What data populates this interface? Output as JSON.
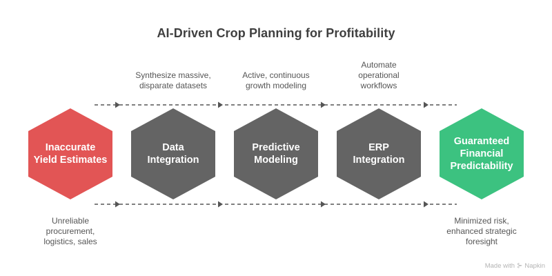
{
  "title": "AI-Driven Crop Planning for Profitability",
  "colors": {
    "problem": "#e25555",
    "step": "#646464",
    "outcome": "#3cc280",
    "connector": "#555555",
    "title_text": "#3f3f3f",
    "note_text": "#555555"
  },
  "nodes": [
    {
      "label": "Inaccurate\nYield Estimates",
      "type": "problem",
      "color": "#e25555",
      "note_position": "below",
      "note": "Unreliable\nprocurement,\nlogistics, sales"
    },
    {
      "label": "Data\nIntegration",
      "type": "step",
      "color": "#646464",
      "note_position": "above",
      "note": "Synthesize massive,\ndisparate datasets"
    },
    {
      "label": "Predictive\nModeling",
      "type": "step",
      "color": "#646464",
      "note_position": "above",
      "note": "Active, continuous\ngrowth modeling"
    },
    {
      "label": "ERP\nIntegration",
      "type": "step",
      "color": "#646464",
      "note_position": "above",
      "note": "Automate\noperational\nworkflows"
    },
    {
      "label": "Guaranteed\nFinancial\nPredictability",
      "type": "outcome",
      "color": "#3cc280",
      "note_position": "below",
      "note": "Minimized risk,\nenhanced strategic\nforesight"
    }
  ],
  "footer": {
    "text": "Made with",
    "brand": "Napkin",
    "icon": "napkin-logo-icon"
  }
}
